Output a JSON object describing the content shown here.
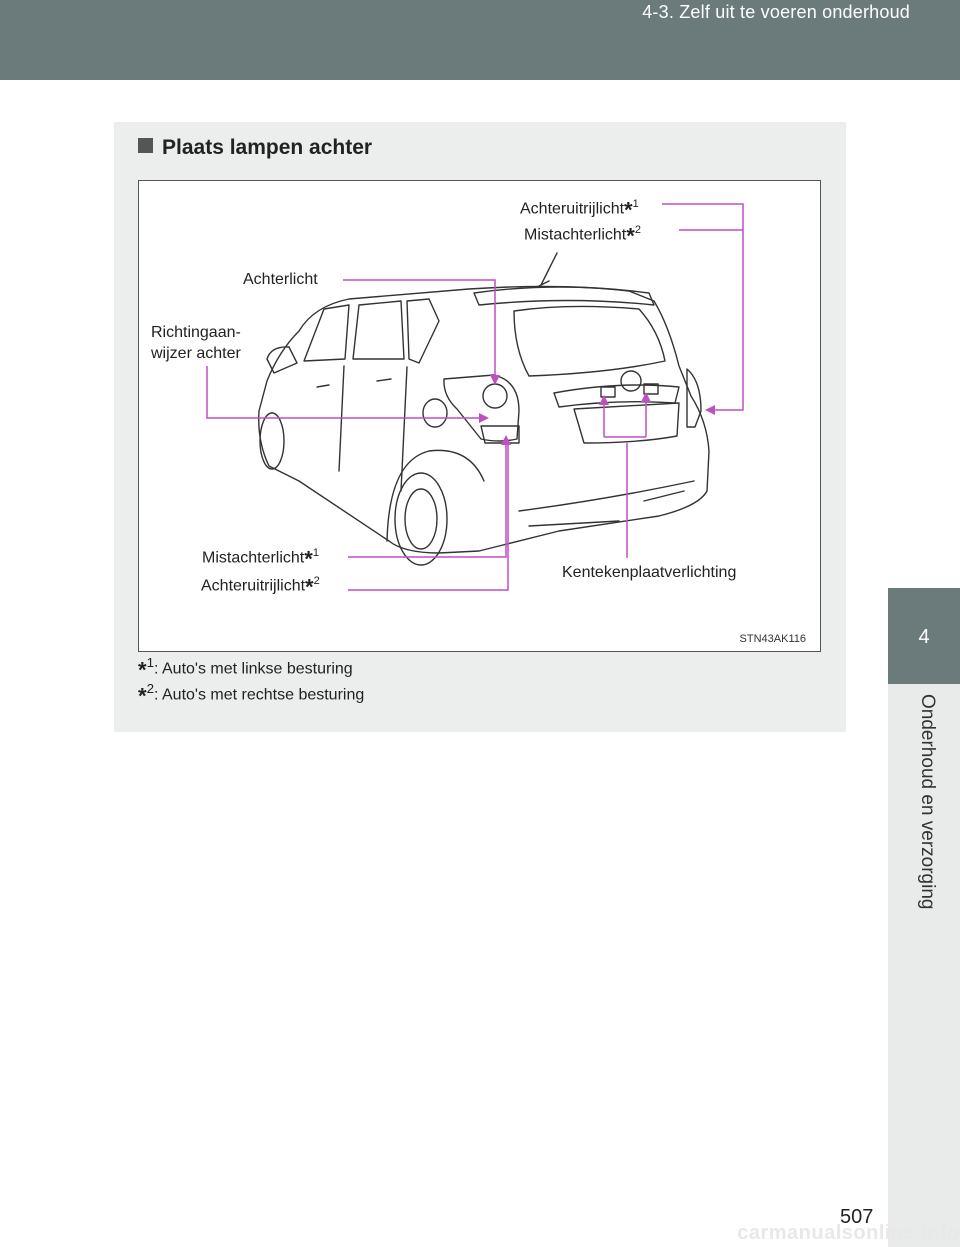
{
  "header": {
    "title": "4-3. Zelf uit te voeren onderhoud"
  },
  "side_tab": {
    "number": "4",
    "label": "Onderhoud en verzorging"
  },
  "section": {
    "title": "Plaats lampen achter"
  },
  "figure": {
    "code": "STN43AK116",
    "labels": {
      "achteruitrijlicht_top": "Achteruitrijlicht",
      "achteruitrijlicht_top_note": "1",
      "mistachterlicht_top": "Mistachterlicht",
      "mistachterlicht_top_note": "2",
      "achterlicht": "Achterlicht",
      "richting_line1": "Richtingaan-",
      "richting_line2": "wijzer achter",
      "mistachterlicht_bottom": "Mistachterlicht",
      "mistachterlicht_bottom_note": "1",
      "achteruitrijlicht_bottom": "Achteruitrijlicht",
      "achteruitrijlicht_bottom_note": "2",
      "kenteken": "Kentekenplaatverlichting"
    },
    "leader_color": "#c04fc0"
  },
  "footnotes": [
    {
      "mark": "1",
      "text": ": Auto's met linkse besturing"
    },
    {
      "mark": "2",
      "text": ": Auto's met rechtse besturing"
    }
  ],
  "star_symbol": "*",
  "page_number": "507",
  "watermark": "carmanualsonline.info"
}
